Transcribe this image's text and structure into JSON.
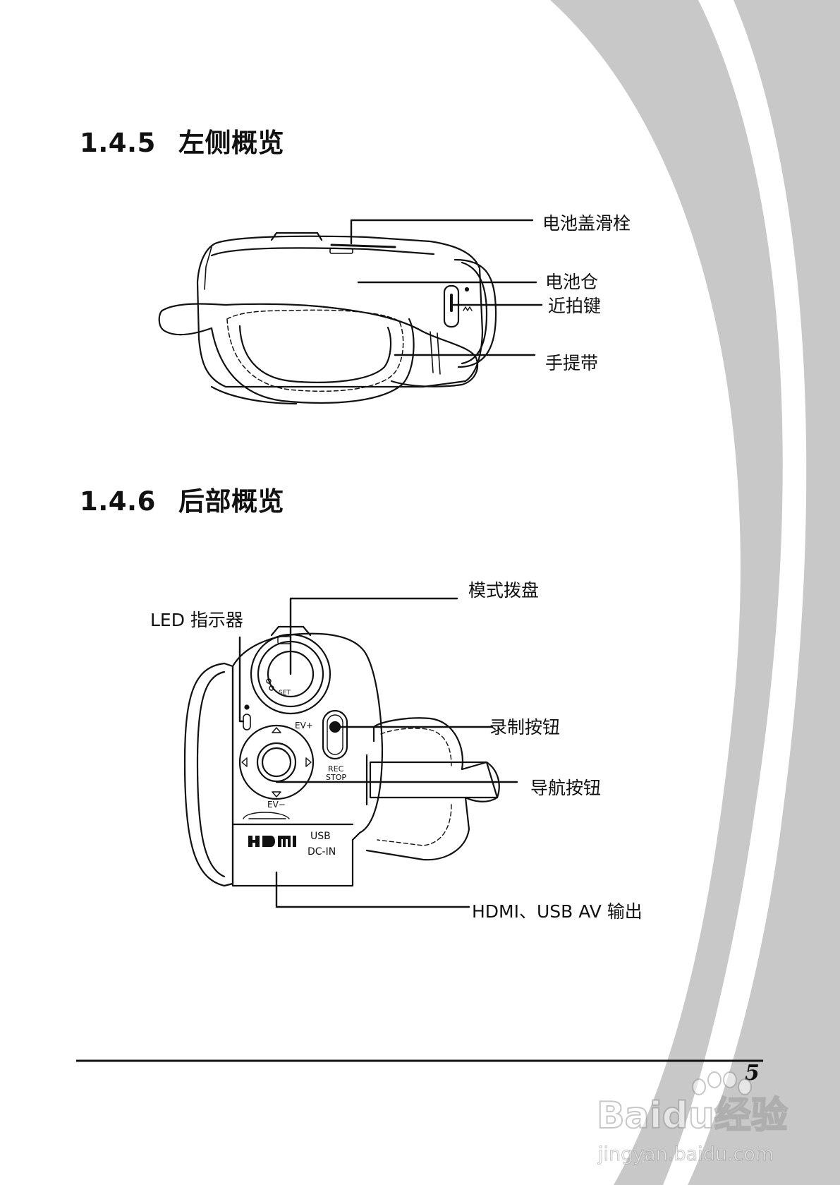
{
  "sections": [
    {
      "number": "1.4.5",
      "title": "左侧概览",
      "callouts": [
        "电池盖滑栓",
        "电池仓",
        "近拍键",
        "手提带"
      ]
    },
    {
      "number": "1.4.6",
      "title": "后部概览",
      "callouts": [
        "模式拨盘",
        "LED 指示器",
        "录制按钮",
        "导航按钮",
        "HDMI、USB AV 输出"
      ]
    }
  ],
  "device_markings": {
    "ev_plus": "EV+",
    "ev_minus": "EV−",
    "rec": "REC",
    "stop": "STOP",
    "hdmi": "HDMI",
    "usb": "USB",
    "dc_in": "DC-IN",
    "set": "SET"
  },
  "footer": {
    "page_number": "5"
  },
  "watermark": {
    "brand": "Baidu经验",
    "url": "jingyan.baidu.com"
  },
  "colors": {
    "arc": "#c8c8c8",
    "line": "#111111",
    "text": "#111111"
  }
}
